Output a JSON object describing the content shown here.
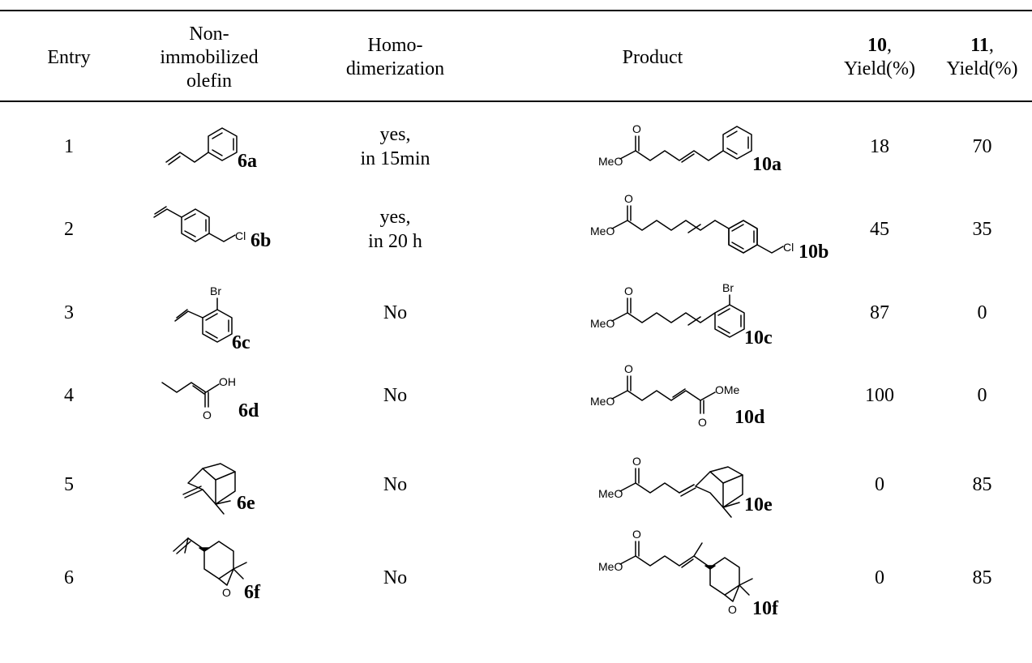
{
  "table": {
    "headers": {
      "entry": "Entry",
      "olefin_line1": "Non-",
      "olefin_line2": "immobilized",
      "olefin_line3": "olefin",
      "homo_line1": "Homo-",
      "homo_line2": "dimerization",
      "product": "Product",
      "y10_bold": "10",
      "y10_comma": ",",
      "y10_line2": "Yield(%)",
      "y11_bold": "11",
      "y11_comma": ",",
      "y11_line2": "Yield(%)"
    },
    "rows": [
      {
        "entry": "1",
        "olefin_label": "6a",
        "homo_line1": "yes,",
        "homo_line2": "in 15min",
        "product_label": "10a",
        "y10": "18",
        "y11": "70"
      },
      {
        "entry": "2",
        "olefin_label": "6b",
        "homo_line1": "yes,",
        "homo_line2": "in 20 h",
        "product_label": "10b",
        "y10": "45",
        "y11": "35"
      },
      {
        "entry": "3",
        "olefin_label": "6c",
        "homo_line1": "No",
        "homo_line2": "",
        "product_label": "10c",
        "y10": "87",
        "y11": "0"
      },
      {
        "entry": "4",
        "olefin_label": "6d",
        "homo_line1": "No",
        "homo_line2": "",
        "product_label": "10d",
        "y10": "100",
        "y11": "0"
      },
      {
        "entry": "5",
        "olefin_label": "6e",
        "homo_line1": "No",
        "homo_line2": "",
        "product_label": "10e",
        "y10": "0",
        "y11": "85"
      },
      {
        "entry": "6",
        "olefin_label": "6f",
        "homo_line1": "No",
        "homo_line2": "",
        "product_label": "10f",
        "y10": "0",
        "y11": "85"
      }
    ]
  },
  "atoms": {
    "cl": "Cl",
    "br": "Br",
    "oh": "OH",
    "o": "O",
    "meo": "MeO",
    "ome": "OMe"
  }
}
